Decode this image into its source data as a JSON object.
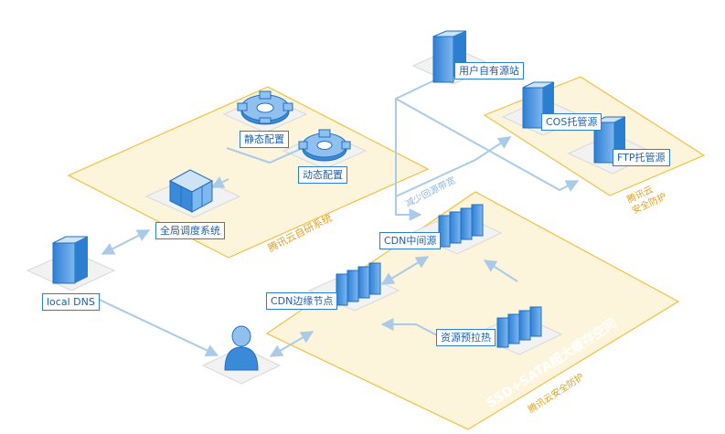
{
  "nodes": {
    "origin_site": "用户自有源站",
    "cos_origin": "COS托管源",
    "ftp_origin": "FTP托管源",
    "static_config": "静态配置",
    "dynamic_config": "动态配置",
    "global_scheduler": "全局调度系统",
    "local_dns": "local DNS",
    "cdn_middle": "CDN中间源",
    "cdn_edge": "CDN边缘节点",
    "resource_preheat": "资源预拉热"
  },
  "regions": {
    "self_built_system": "腾讯云自研系统",
    "security_top_line1": "腾讯云",
    "security_top_line2": "安全防护",
    "ssd_sata": "SSD+SATA超大缓存空间",
    "security_bottom": "腾讯云安全防护"
  },
  "annotations": {
    "reduce_bandwidth": "减少回源带宽"
  },
  "colors": {
    "region_fill": "#fdf4dc",
    "region_border": "#f0c040",
    "arrow": "#a9cbe8",
    "label_border": "#2a7fd0",
    "label_text": "#1f5fa8",
    "icon_blue": "#3b8ad8",
    "region_text": "#e0a020"
  }
}
